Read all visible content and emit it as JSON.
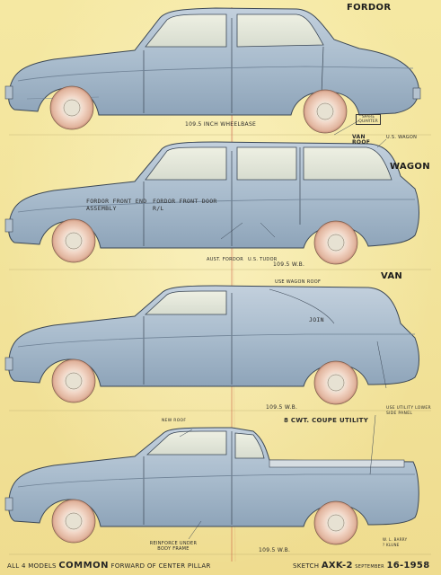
{
  "sheet": {
    "titles": {
      "fordor": "FORDOR",
      "wagon": "WAGON",
      "van": "VAN",
      "coupe_utility": "8 CWT. COUPE UTILITY"
    },
    "labels": {
      "wheelbase_1": "109.5 INCH WHEELBASE",
      "spare_quarter": "SPARE QUARTER",
      "van_roof": "VAN ROOF",
      "us_wagon": "U.S. WAGON",
      "fordor_front_end_assembly": "FORDOR FRONT END ASSEMBLY",
      "fordor_front_door": "FORDOR FRONT DOOR R/L",
      "aust_fordor": "AUST. FORDOR",
      "us_tudor": "U.S. TUDOR",
      "wheelbase_2": "109.5 W.B.",
      "use_wagon_roof": "USE WAGON ROOF",
      "join": "JOIN",
      "wheelbase_3": "109.5 W.B.",
      "use_utility_lower_side_panel": "USE UTILITY LOWER SIDE PANEL",
      "new_roof": "NEW ROOF",
      "reinforce_under_body_frame": "REINFORCE UNDER BODY FRAME",
      "wheelbase_4": "109.5 W.B."
    },
    "footer": {
      "prefix": "ALL 4 MODELS",
      "common": "COMMON",
      "suffix": "FORWARD OF CENTER PILLAR",
      "sketch_label": "SKETCH",
      "sketch_code": "AXK-2",
      "sketch_date": "SEPTEMBER",
      "sketch_day": "16-1958",
      "initials_1": "W. L. BARRY",
      "initials_2": "? KLUNE"
    }
  },
  "colors": {
    "paper": "#f3e6a4",
    "body_blue": "#9fb3c8",
    "pencil": "#3b4755",
    "tyre_pink": "#e9c8b6",
    "red_line": "#c0392b"
  }
}
